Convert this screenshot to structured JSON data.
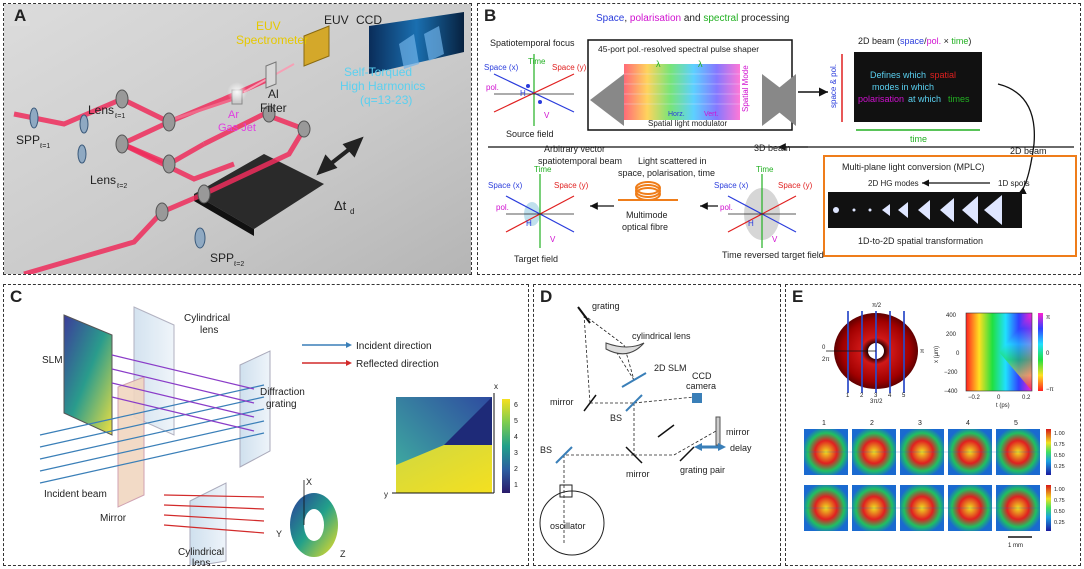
{
  "panels": {
    "A": {
      "label": "A",
      "labels": {
        "euv": "EUV",
        "ccd": "CCD",
        "euv_spectrometer_1": "EUV",
        "euv_spectrometer_2": "Spectrometer",
        "self_torqued_1": "Self-Torqued",
        "self_torqued_2": "High Harmonics",
        "self_torqued_3": "(q=13-23)",
        "al_1": "Al",
        "al_2": "Filter",
        "ar_1": "Ar",
        "ar_2": "Gas Jet",
        "lens1": "Lens",
        "lens1_sub": "ℓ=1",
        "lens2": "Lens",
        "lens2_sub": "ℓ=2",
        "spp1": "SPP",
        "spp1_sub": "ℓ=1",
        "spp2": "SPP",
        "spp2_sub": "ℓ=2",
        "delay": "Δt",
        "delay_sub": "d"
      }
    },
    "B": {
      "label": "B",
      "labels": {
        "header_space": "Space",
        "header_comma": ", ",
        "header_pol": "polarisation",
        "header_and": " and ",
        "header_spectral": "spectral",
        "header_rest": " processing",
        "spatiotemporal_focus": "Spatiotemporal focus",
        "shaper": "45-port pol.-resolved spectral pulse shaper",
        "lambda": "λ",
        "horz": "Horz.",
        "vert": "Vert.",
        "slm": "Spatial light modulator",
        "spatial_mode": "Spatial Mode",
        "source_field": "Source field",
        "beam2d_a": "2D beam (",
        "beam2d_space": "space",
        "beam2d_slash": "/",
        "beam2d_pol": "pol.",
        "beam2d_b": " × ",
        "beam2d_time": "time",
        "beam2d_c": ")",
        "defines_1": "Defines which",
        "defines_spatial": "spatial",
        "defines_2": "modes in which",
        "defines_3": "polarisation",
        "defines_3b": " at which ",
        "defines_times": "times",
        "space_pol_axis": "space & pol.",
        "time_axis": "time",
        "beam3d": "3D beam",
        "beam2d_short": "2D beam",
        "arbitrary_1": "Arbitrary vector",
        "arbitrary_2": "spatiotemporal beam",
        "scatter_1": "Light scattered in",
        "scatter_2": "space, polarisation, time",
        "mplc": "Multi-plane light conversion (MPLC)",
        "hg_modes": "2D HG modes",
        "spots_1d": "1D spots",
        "transform": "1D-to-2D spatial transformation",
        "multimode_1": "Multimode",
        "multimode_2": "optical fibre",
        "target_field": "Target field",
        "time_reversed": "Time reversed target field",
        "ax_time": "Time",
        "ax_space_x": "Space (x)",
        "ax_space_y": "Space (y)",
        "ax_pol": "pol.",
        "ax_h": "H",
        "ax_v": "V"
      }
    },
    "C": {
      "label": "C",
      "labels": {
        "cyl_lens_top_1": "Cylindrical",
        "cyl_lens_top_2": "lens",
        "slm": "SLM",
        "incident": "Incident direction",
        "reflected": "Reflected direction",
        "diffraction_1": "Diffraction",
        "diffraction_2": "grating",
        "mirror": "Mirror",
        "incident_beam": "Incident beam",
        "cyl_lens_bot_1": "Cylindrical",
        "cyl_lens_bot_2": "lens",
        "axis_x": "x",
        "axis_y": "y",
        "torus_x": "X",
        "torus_y": "Y",
        "torus_z": "Z",
        "colorbar_ticks": [
          "6",
          "5",
          "4",
          "3",
          "2",
          "1"
        ]
      }
    },
    "D": {
      "label": "D",
      "labels": {
        "grating": "grating",
        "cyl_lens": "cylindrical lens",
        "slm2d": "2D SLM",
        "ccd_1": "CCD",
        "ccd_2": "camera",
        "mirror_left": "mirror",
        "bs_top": "BS",
        "mirror_right": "mirror",
        "delay": "delay",
        "bs_left": "BS",
        "mirror_bottom": "mirror",
        "grating_pair": "grating pair",
        "oscillator": "oscillator"
      }
    },
    "E": {
      "label": "E",
      "labels": {
        "pi2": "π/2",
        "zero": "0",
        "pi": "π",
        "twopi": "2π",
        "threepi2": "3π/2",
        "slices": [
          "1",
          "2",
          "3",
          "4",
          "5"
        ],
        "phase_y_ticks": [
          "400",
          "200",
          "0",
          "−200",
          "−400"
        ],
        "phase_x_ticks": [
          "−0.2",
          "0",
          "0.2"
        ],
        "phase_ylabel": "x (μm)",
        "phase_xlabel": "t (ps)",
        "phase_cb": [
          "π",
          "0",
          "−π"
        ],
        "grid_top": [
          "1",
          "2",
          "3",
          "4",
          "5"
        ],
        "cb_ticks": [
          "1.00",
          "0.75",
          "0.50",
          "0.25"
        ],
        "scale": "1 mm"
      }
    }
  },
  "colors": {
    "beam_red": "#e8325a",
    "purple": "#8a3cc8",
    "blue_axis": "#2a3cdc",
    "red_axis": "#e02020",
    "green_axis": "#22b022",
    "magenta": "#d010d0",
    "orange": "#ef7d1a",
    "incident_blue": "#3a7fb8",
    "reflected_red": "#d22a2a"
  }
}
